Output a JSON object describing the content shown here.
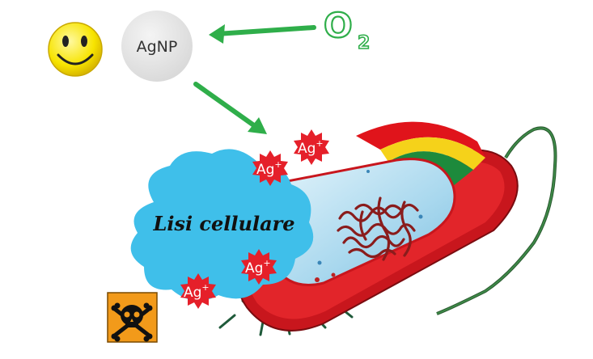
{
  "diagram": {
    "nanoparticle_label": "AgNP",
    "oxygen_label": "O",
    "oxygen_subscript": "2",
    "lysis_label": "Lisi cellulare",
    "ion_label": "Ag",
    "ion_charge": "+",
    "icons": {
      "smiley": "smiley-face-icon",
      "hazard": "toxic-skull-icon"
    },
    "colors": {
      "arrow": "#2fae4a",
      "oxygen": "#2fae4a",
      "nanoparticle": "#e6e6e6",
      "lysis_cloud": "#3fbfea",
      "ion_burst": "#e5202a",
      "cell_wall": "#c8161d",
      "cytoplasm": "#bfe3f3",
      "dna": "#8a1c1c",
      "smiley": "#f7e400",
      "hazard_bg": "#f29a1a"
    }
  }
}
